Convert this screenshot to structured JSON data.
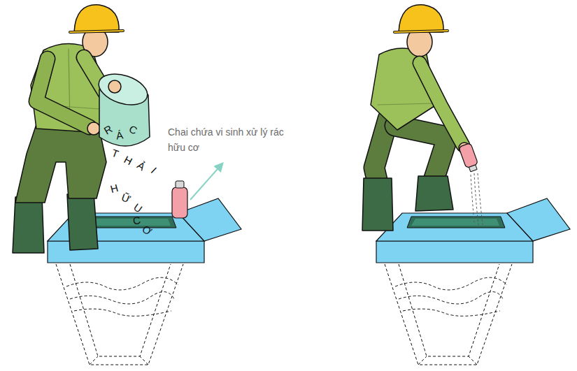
{
  "diagram": {
    "labels": [
      "RÁC",
      "THẢI",
      "HỮU",
      "CƠ",
      "Chai chứa vi sinh xử lý rác hữu cơ"
    ]
  }
}
